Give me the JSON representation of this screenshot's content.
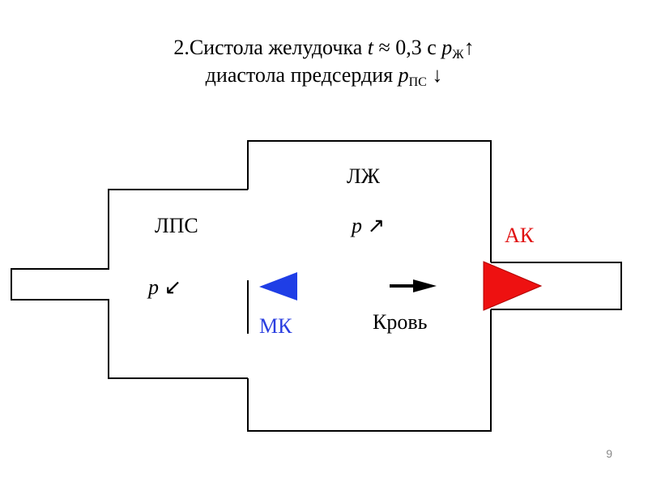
{
  "title": {
    "line1_prefix": "2.Систола желудочка ",
    "line1_t": "t",
    "line1_mid": " ≈ 0,3 с  ",
    "line1_p": "p",
    "line1_sub": "Ж",
    "line1_arrow": "↑",
    "line2_prefix": "диастола предсердия  ",
    "line2_p": "p",
    "line2_sub": "ПС",
    "line2_arrow": " ↓"
  },
  "labels": {
    "lv": "ЛЖ",
    "lv_pressure_symbol": "p",
    "lv_pressure_arrow": "↗",
    "la": "ЛПС",
    "la_pressure_symbol": "p",
    "la_pressure_arrow": "↙",
    "mitral_valve": "МК",
    "aortic_valve": "АК",
    "blood": "Кровь"
  },
  "colors": {
    "mitral_valve": "#1f3ee6",
    "mitral_label": "#2b3fe0",
    "aortic_valve": "#ee1111",
    "aortic_label": "#e01010"
  },
  "page_number": "9"
}
